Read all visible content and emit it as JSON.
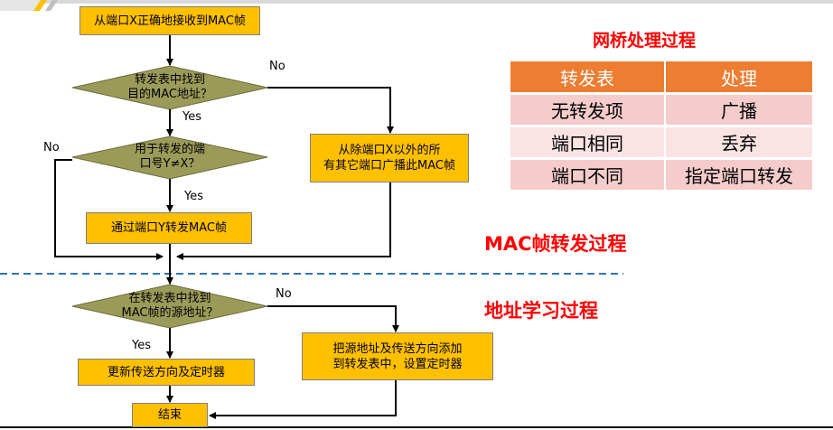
{
  "flowchart": {
    "box_receive": "从端口X正确地接收到MAC帧",
    "dec_find_dest_l1": "转发表中找到",
    "dec_find_dest_l2": "目的MAC地址？",
    "dec_port_l1": "用于转发的端",
    "dec_port_l2": "口号Y≠X？",
    "box_forward": "通过端口Y转发MAC帧",
    "box_broadcast_l1": "从除端口X以外的所",
    "box_broadcast_l2": "有其它端口广播此MAC帧",
    "dec_find_src_l1": "在转发表中找到",
    "dec_find_src_l2": "MAC帧的源地址？",
    "box_update": "更新传送方向及定时器",
    "box_add_l1": "把源地址及传送方向添加",
    "box_add_l2": "到转发表中，设置定时器",
    "box_end": "结束",
    "label_no_1": "No",
    "label_yes_1": "Yes",
    "label_no_2": "No",
    "label_yes_2": "Yes",
    "label_no_3": "No",
    "label_yes_3": "Yes"
  },
  "titles": {
    "bridge_process": "网桥处理过程",
    "mac_forward": "MAC帧转发过程",
    "addr_learning": "地址学习过程"
  },
  "table": {
    "headers": [
      "转发表",
      "处理"
    ],
    "rows": [
      [
        "无转发项",
        "广播"
      ],
      [
        "端口相同",
        "丢弃"
      ],
      [
        "端口不同",
        "指定端口转发"
      ]
    ]
  },
  "colors": {
    "box_fill": "#ffc000",
    "diamond_fill": "#9b9b59",
    "table_header": "#ed7d31",
    "table_row_odd": "#f4cccc",
    "table_row_even": "#fae3e3",
    "title_red": "#ff0000",
    "divider": "#2e75b6"
  }
}
